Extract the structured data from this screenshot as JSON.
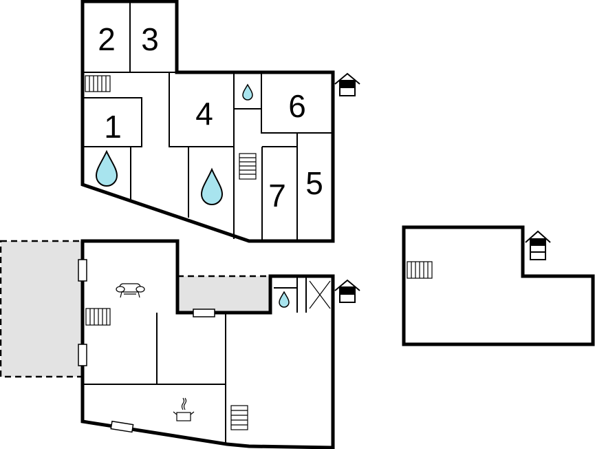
{
  "rooms": {
    "r1": "1",
    "r2": "2",
    "r3": "3",
    "r4": "4",
    "r5": "5",
    "r6": "6",
    "r7": "7"
  },
  "colors": {
    "water": "#a8e4ee",
    "terrace": "#e3e3e3",
    "wall": "#000000"
  },
  "icons": [
    "bathroom-droplet-icon",
    "stairs-icon",
    "house-entrance-icon",
    "sofa-icon",
    "cooking-pot-icon",
    "window-icon",
    "closet-x-icon"
  ]
}
